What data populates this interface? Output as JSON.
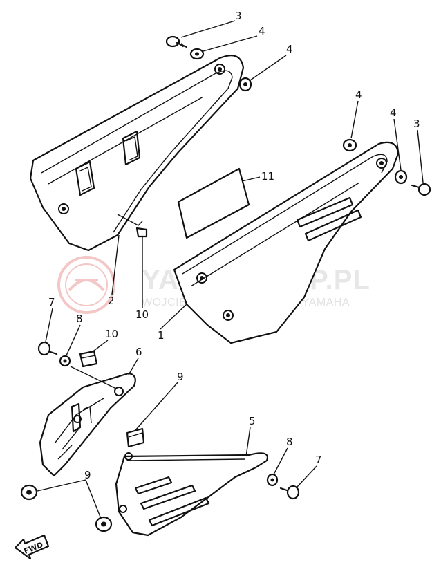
{
  "watermark": {
    "title": "YAMA-SKLEP.PL",
    "subtitle": "WOJCIECHOWICZ / DEALER YAMAHA",
    "logo_icon": "yamaha-tuning-fork-logo-icon"
  },
  "callouts": {
    "c3_top": "3",
    "c4_top": "4",
    "c4_top2": "4",
    "c4_right1": "4",
    "c4_right2": "4",
    "c3_right": "3",
    "c11": "11",
    "c2": "2",
    "c10_upper": "10",
    "c1": "1",
    "c7_left": "7",
    "c8_left": "8",
    "c10_lower": "10",
    "c6": "6",
    "c9_mid": "9",
    "c5": "5",
    "c8_right": "8",
    "c7_right": "7",
    "c9_bottom": "9"
  },
  "fwd_label": "FWD"
}
